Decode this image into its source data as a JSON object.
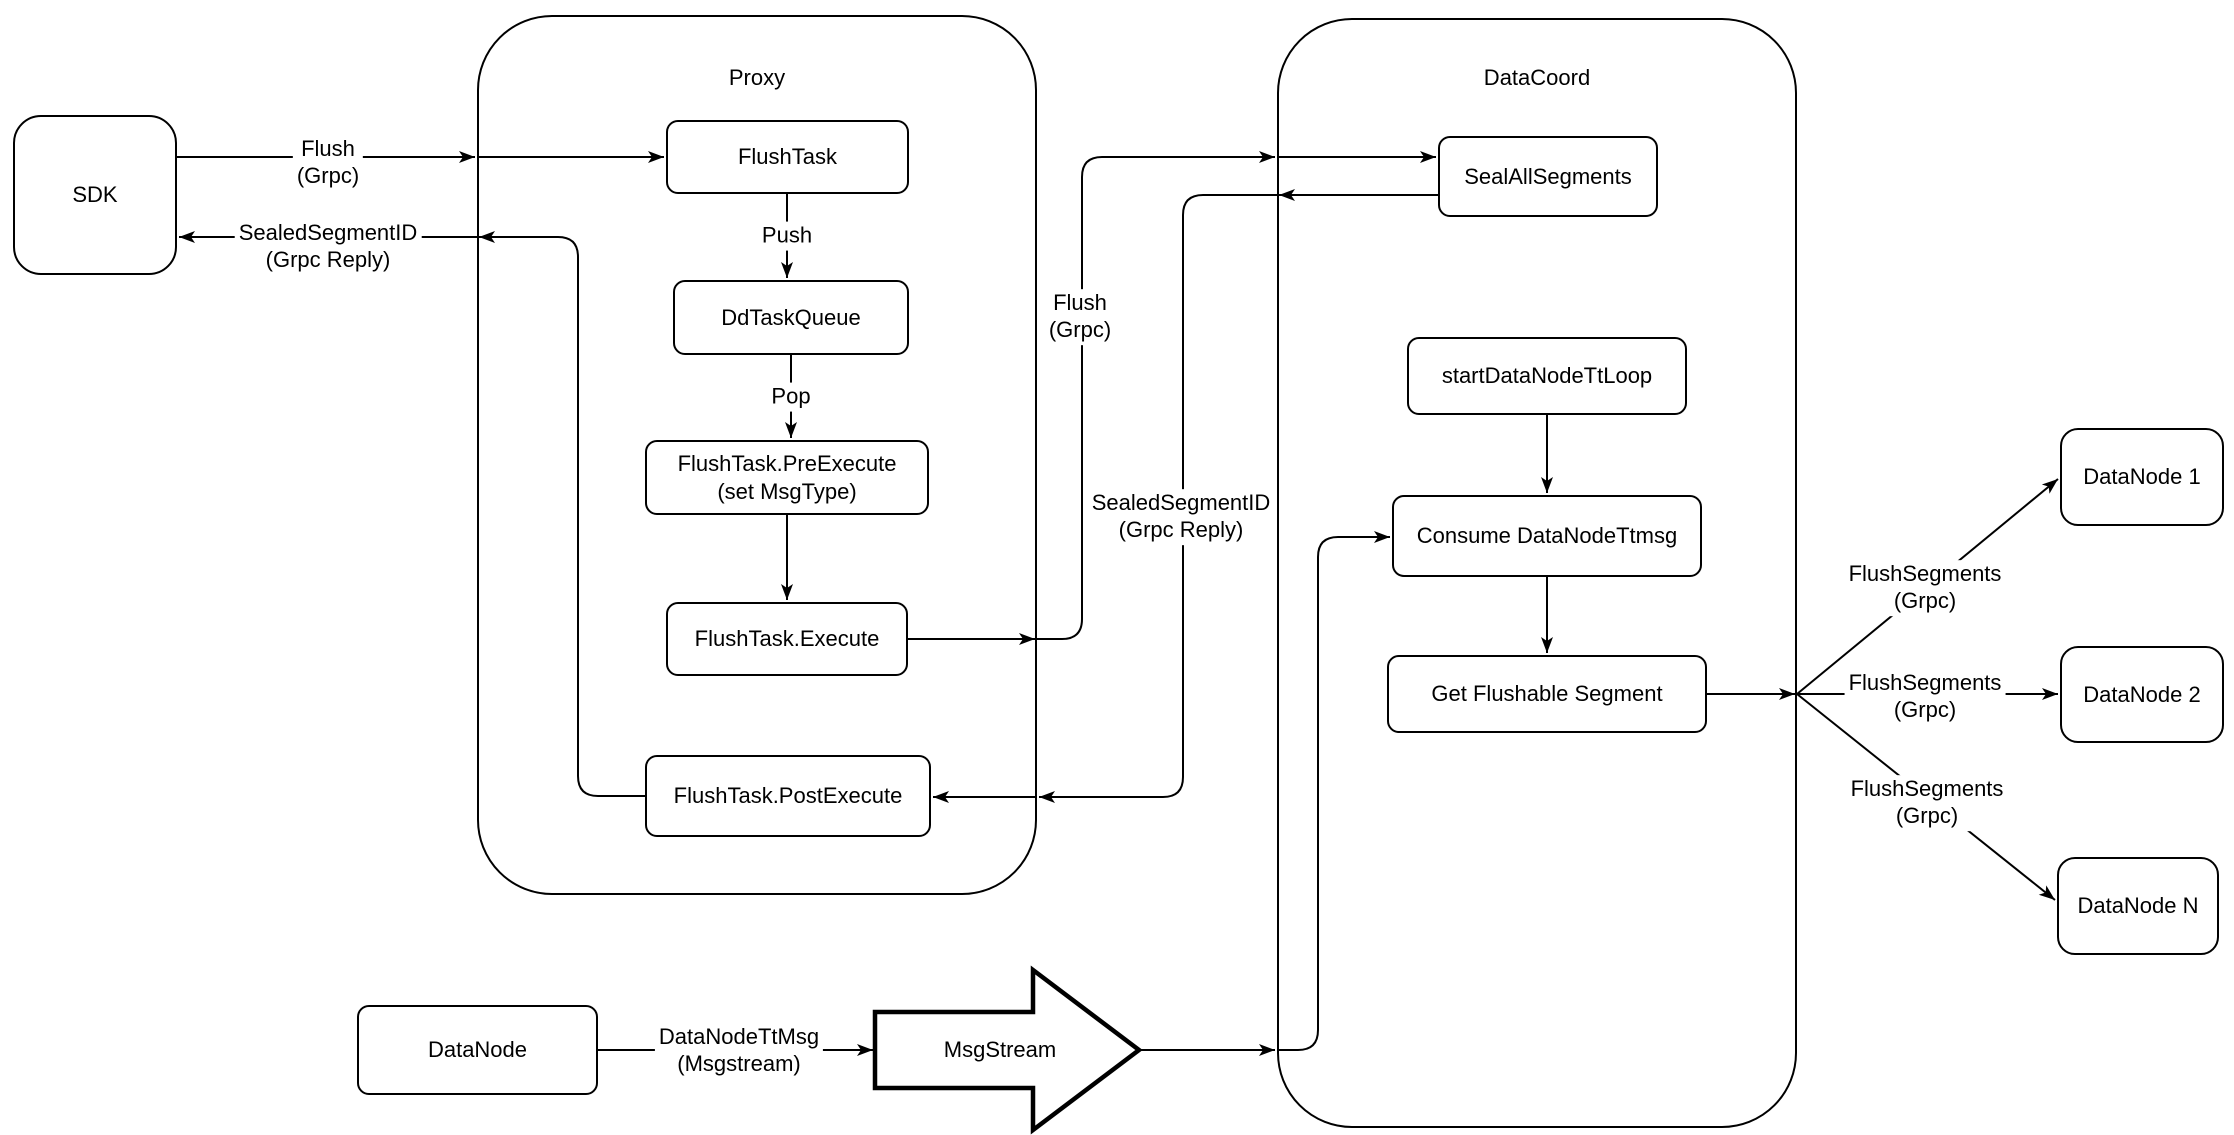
{
  "colors": {
    "stroke": "#000000",
    "background": "#ffffff"
  },
  "containers": {
    "proxy": {
      "title": "Proxy"
    },
    "datacoord": {
      "title": "DataCoord"
    }
  },
  "nodes": {
    "sdk": {
      "label": "SDK"
    },
    "flush_task": {
      "label": "FlushTask"
    },
    "dd_task_queue": {
      "label": "DdTaskQueue"
    },
    "pre_execute": {
      "label": "FlushTask.PreExecute\n(set MsgType)"
    },
    "execute": {
      "label": "FlushTask.Execute"
    },
    "post_execute": {
      "label": "FlushTask.PostExecute"
    },
    "seal_all_segments": {
      "label": "SealAllSegments"
    },
    "start_datanode_tt_loop": {
      "label": "startDataNodeTtLoop"
    },
    "consume_datanode_ttmsg": {
      "label": "Consume DataNodeTtmsg"
    },
    "get_flushable_segment": {
      "label": "Get Flushable Segment"
    },
    "datanode_1": {
      "label": "DataNode 1"
    },
    "datanode_2": {
      "label": "DataNode 2"
    },
    "datanode_n": {
      "label": "DataNode N"
    },
    "datanode_source": {
      "label": "DataNode"
    },
    "msgstream": {
      "label": "MsgStream"
    }
  },
  "edge_labels": {
    "flush_grpc_sdk": "Flush\n(Grpc)",
    "sealed_segment_id_sdk": "SealedSegmentID\n(Grpc Reply)",
    "push": "Push",
    "pop": "Pop",
    "flush_grpc_mid": "Flush\n(Grpc)",
    "sealed_segment_id_mid": "SealedSegmentID\n(Grpc Reply)",
    "flush_segments_1": "FlushSegments\n(Grpc)",
    "flush_segments_2": "FlushSegments\n(Grpc)",
    "flush_segments_n": "FlushSegments\n(Grpc)",
    "datanode_ttmsg": "DataNodeTtMsg\n(Msgstream)"
  }
}
